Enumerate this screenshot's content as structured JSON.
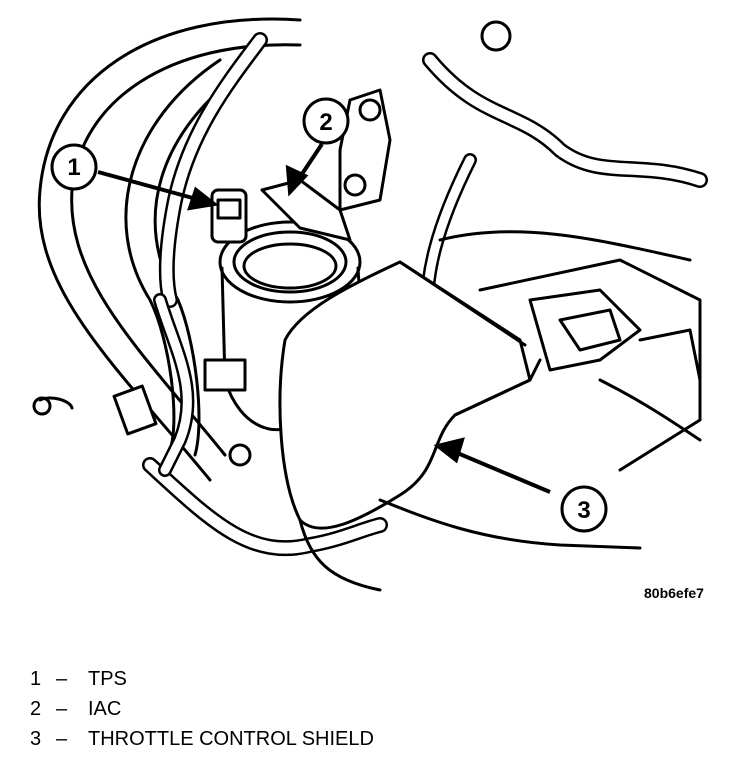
{
  "figure_id": "80b6efe7",
  "callouts": [
    {
      "number": "1"
    },
    {
      "number": "2"
    },
    {
      "number": "3"
    }
  ],
  "legend": [
    {
      "number": "1",
      "dash": "–",
      "label": "TPS"
    },
    {
      "number": "2",
      "dash": "–",
      "label": "IAC"
    },
    {
      "number": "3",
      "dash": "–",
      "label": "THROTTLE CONTROL SHIELD"
    }
  ]
}
